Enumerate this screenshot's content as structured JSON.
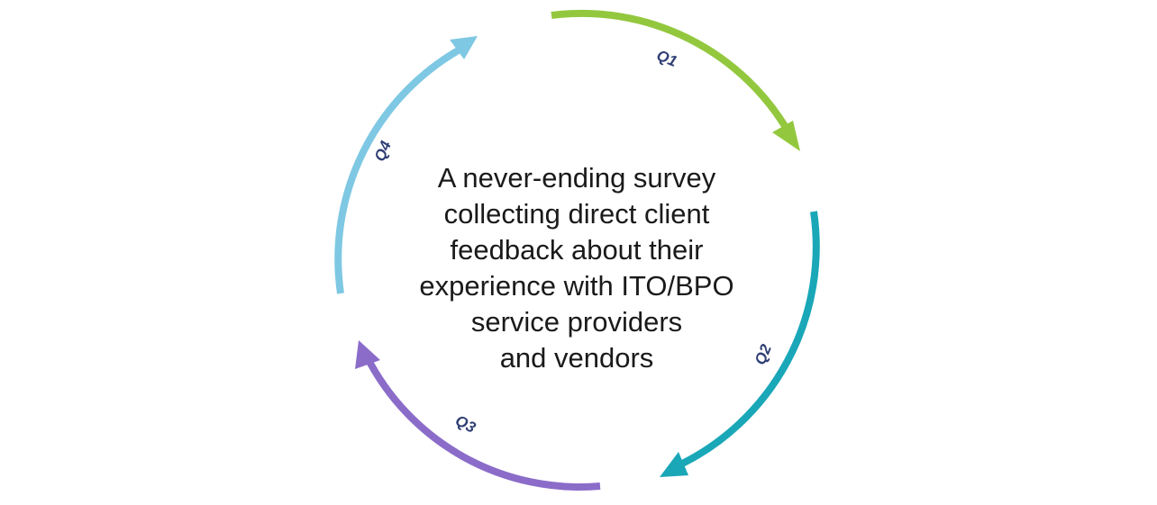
{
  "cycle": {
    "description_lines": [
      "A never-ending survey",
      "collecting direct client",
      "feedback about their",
      "experience with ITO/BPO",
      "service providers",
      "and vendors"
    ],
    "segments": [
      {
        "label": "Q1",
        "color": "#93c83e",
        "icon": "arrow-head-icon"
      },
      {
        "label": "Q2",
        "color": "#1aa7b8",
        "icon": "arrow-head-icon"
      },
      {
        "label": "Q3",
        "color": "#8b6cc9",
        "icon": "arrow-head-icon"
      },
      {
        "label": "Q4",
        "color": "#7ec8e3",
        "icon": "arrow-head-icon"
      }
    ]
  }
}
